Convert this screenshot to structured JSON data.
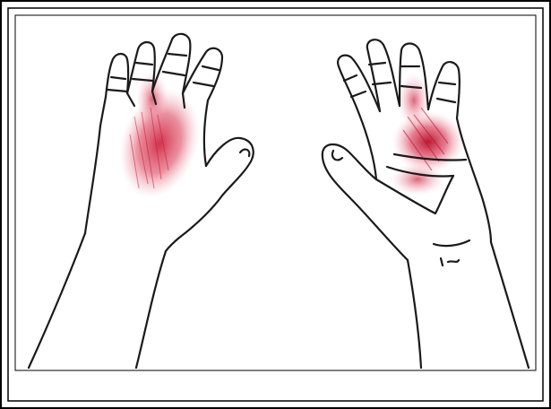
{
  "figure": {
    "illustration": "hand-pain-referral-diagram",
    "views": [
      "dorsal-hand",
      "palmar-hand"
    ],
    "colors": {
      "outline": "#1a1a1a",
      "pain_zone": "#d0203a",
      "pain_zone_light": "#e87488",
      "frame_border": "#000000",
      "background": "#ffffff"
    }
  }
}
